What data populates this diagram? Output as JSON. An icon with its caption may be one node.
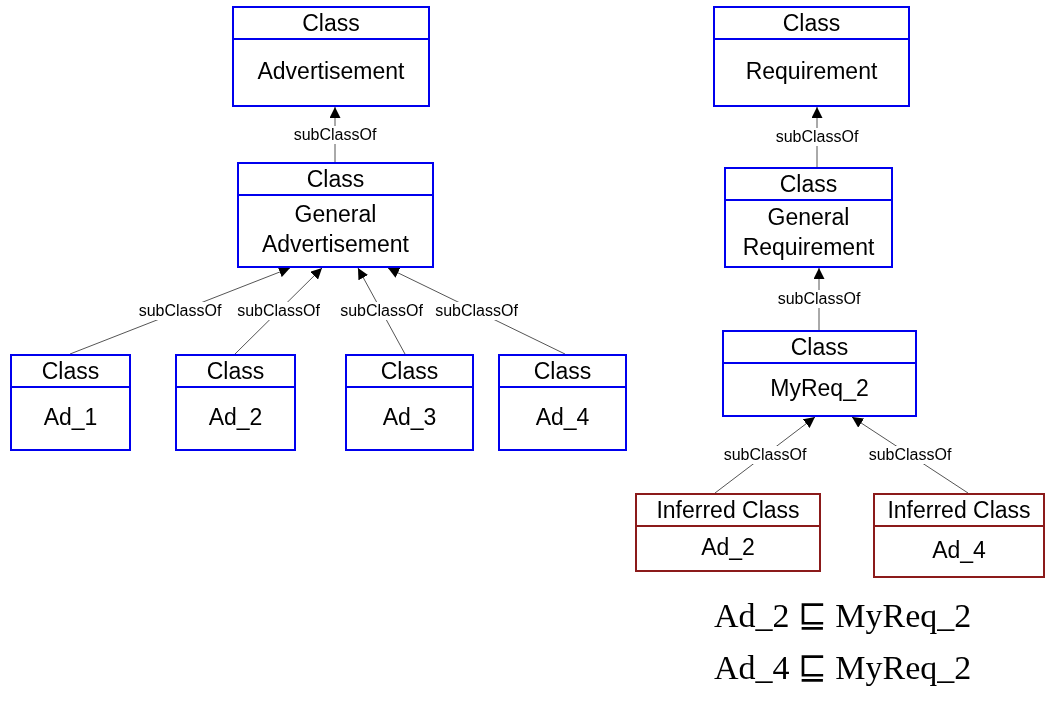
{
  "diagram": {
    "nodes": [
      {
        "text": [
          "Class",
          "Advertisement"
        ]
      },
      {
        "text": [
          "Class",
          "General Advertisement"
        ]
      },
      {
        "text": [
          "Class",
          "Ad_1"
        ]
      },
      {
        "text": [
          "Class",
          "Ad_2"
        ]
      },
      {
        "text": [
          "Class",
          "Ad_3"
        ]
      },
      {
        "text": [
          "Class",
          "Ad_4"
        ]
      },
      {
        "text": [
          "Class",
          "Requirement"
        ]
      },
      {
        "text": [
          "Class",
          "General Requirement"
        ]
      },
      {
        "text": [
          "Class",
          "MyReq_2"
        ]
      },
      {
        "text": [
          "Inferred Class",
          "Ad_2"
        ]
      },
      {
        "text": [
          "Inferred Class",
          "Ad_4"
        ]
      }
    ],
    "edges": [
      {
        "from": 1,
        "to": 0,
        "arrow": "to",
        "label": "subClassOf"
      },
      {
        "from": 2,
        "to": 1,
        "arrow": "to",
        "label": "subClassOf"
      },
      {
        "from": 3,
        "to": 1,
        "arrow": "to",
        "label": "subClassOf"
      },
      {
        "from": 4,
        "to": 1,
        "arrow": "to",
        "label": "subClassOf"
      },
      {
        "from": 5,
        "to": 1,
        "arrow": "to",
        "label": "subClassOf"
      },
      {
        "from": 7,
        "to": 6,
        "arrow": "to",
        "label": "subClassOf"
      },
      {
        "from": 8,
        "to": 7,
        "arrow": "to",
        "label": "subClassOf"
      },
      {
        "from": 9,
        "to": 8,
        "arrow": "to",
        "label": "subClassOf"
      },
      {
        "from": 10,
        "to": 8,
        "arrow": "to",
        "label": "subClassOf"
      }
    ],
    "labels": [
      "Ad_2 ⊑ MyReq_2",
      "Ad_4 ⊑ MyReq_2"
    ]
  }
}
